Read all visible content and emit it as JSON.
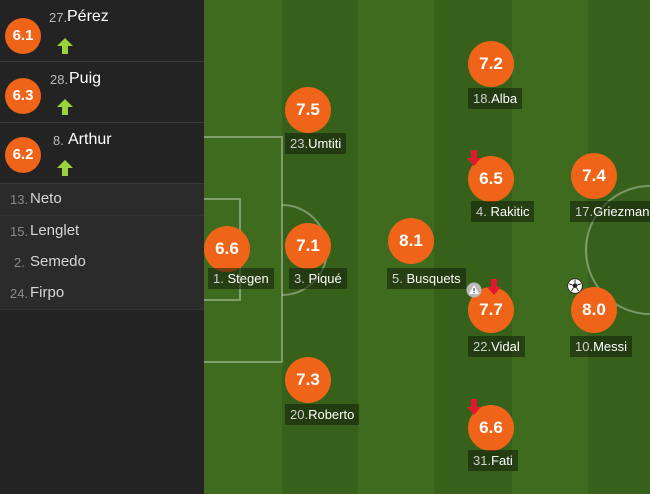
{
  "substitutes_in": [
    {
      "rating": "6.1",
      "number": "27.",
      "name": "Pérez"
    },
    {
      "rating": "6.3",
      "number": "28.",
      "name": "Puig"
    },
    {
      "rating": "6.2",
      "number": "8.",
      "name": "Arthur"
    }
  ],
  "bench": [
    {
      "number": "13.",
      "name": "Neto"
    },
    {
      "number": "15.",
      "name": "Lenglet"
    },
    {
      "number": "2.",
      "name": "Semedo"
    },
    {
      "number": "24.",
      "name": "Firpo"
    }
  ],
  "players": [
    {
      "rating": "6.6",
      "number": "1.",
      "name": "Stegen"
    },
    {
      "rating": "7.5",
      "number": "23.",
      "name": "Umtiti"
    },
    {
      "rating": "7.1",
      "number": "3.",
      "name": "Piqué"
    },
    {
      "rating": "7.3",
      "number": "20.",
      "name": "Roberto"
    },
    {
      "rating": "8.1",
      "number": "5.",
      "name": "Busquets"
    },
    {
      "rating": "7.2",
      "number": "18.",
      "name": "Alba"
    },
    {
      "rating": "6.5",
      "number": "4.",
      "name": "Rakitic"
    },
    {
      "rating": "7.7",
      "number": "22.",
      "name": "Vidal"
    },
    {
      "rating": "6.6",
      "number": "31.",
      "name": "Fati"
    },
    {
      "rating": "7.4",
      "number": "17.",
      "name": "Griezman"
    },
    {
      "rating": "8.0",
      "number": "10.",
      "name": "Messi"
    }
  ],
  "colors": {
    "rating_badge": "#ef6419",
    "sub_in_arrow": "#9ad23c",
    "sub_out_arrow": "#e0192d"
  }
}
